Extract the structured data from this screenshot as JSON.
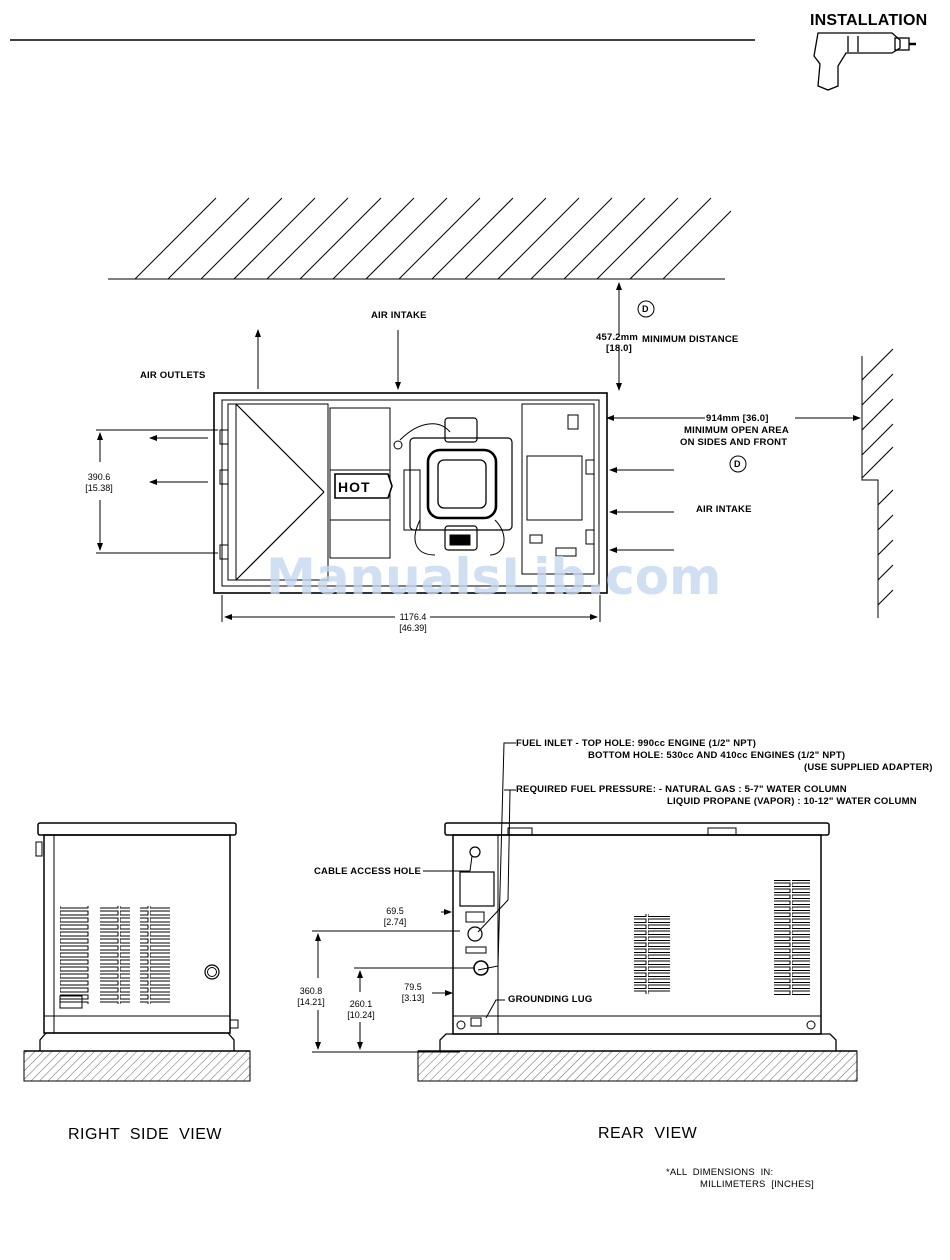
{
  "header": {
    "title": "INSTALLATION"
  },
  "top_view": {
    "air_intake_top": "AIR INTAKE",
    "air_outlets": "AIR OUTLETS",
    "hot_label": "HOT",
    "min_distance_value": "457.2mm",
    "min_distance_inch": "[18.0]",
    "min_distance_label": "MINIMUM DISTANCE",
    "callout_d": "D",
    "open_area_line1": "914mm [36.0]",
    "open_area_line2": "MINIMUM OPEN AREA",
    "open_area_line3": "ON SIDES AND FRONT",
    "air_intake_right": "AIR INTAKE",
    "dim_height_mm": "390.6",
    "dim_height_in": "[15.38]",
    "dim_width_mm": "1176.4",
    "dim_width_in": "[46.39]"
  },
  "rear_notes": {
    "fuel_inlet_line1": "FUEL INLET - TOP HOLE: 990cc ENGINE (1/2\" NPT)",
    "fuel_inlet_line2": "BOTTOM HOLE: 530cc AND 410cc ENGINES (1/2\" NPT)",
    "fuel_inlet_line3": "(USE SUPPLIED ADAPTER)",
    "pressure_line1": "REQUIRED FUEL PRESSURE: - NATURAL GAS : 5-7\" WATER COLUMN",
    "pressure_line2": "LIQUID PROPANE (VAPOR) : 10-12\" WATER COLUMN",
    "cable_access": "CABLE ACCESS HOLE",
    "grounding_lug": "GROUNDING LUG",
    "dim_695_mm": "69.5",
    "dim_695_in": "[2.74]",
    "dim_3608_mm": "360.8",
    "dim_3608_in": "[14.21]",
    "dim_2601_mm": "260.1",
    "dim_2601_in": "[10.24]",
    "dim_795_mm": "79.5",
    "dim_795_in": "[3.13]"
  },
  "views": {
    "right_side": "RIGHT  SIDE  VIEW",
    "rear": "REAR  VIEW"
  },
  "footnote": {
    "line1": "*ALL  DIMENSIONS  IN:",
    "line2": "MILLIMETERS  [INCHES]"
  },
  "watermark": "ManualsLib.com"
}
